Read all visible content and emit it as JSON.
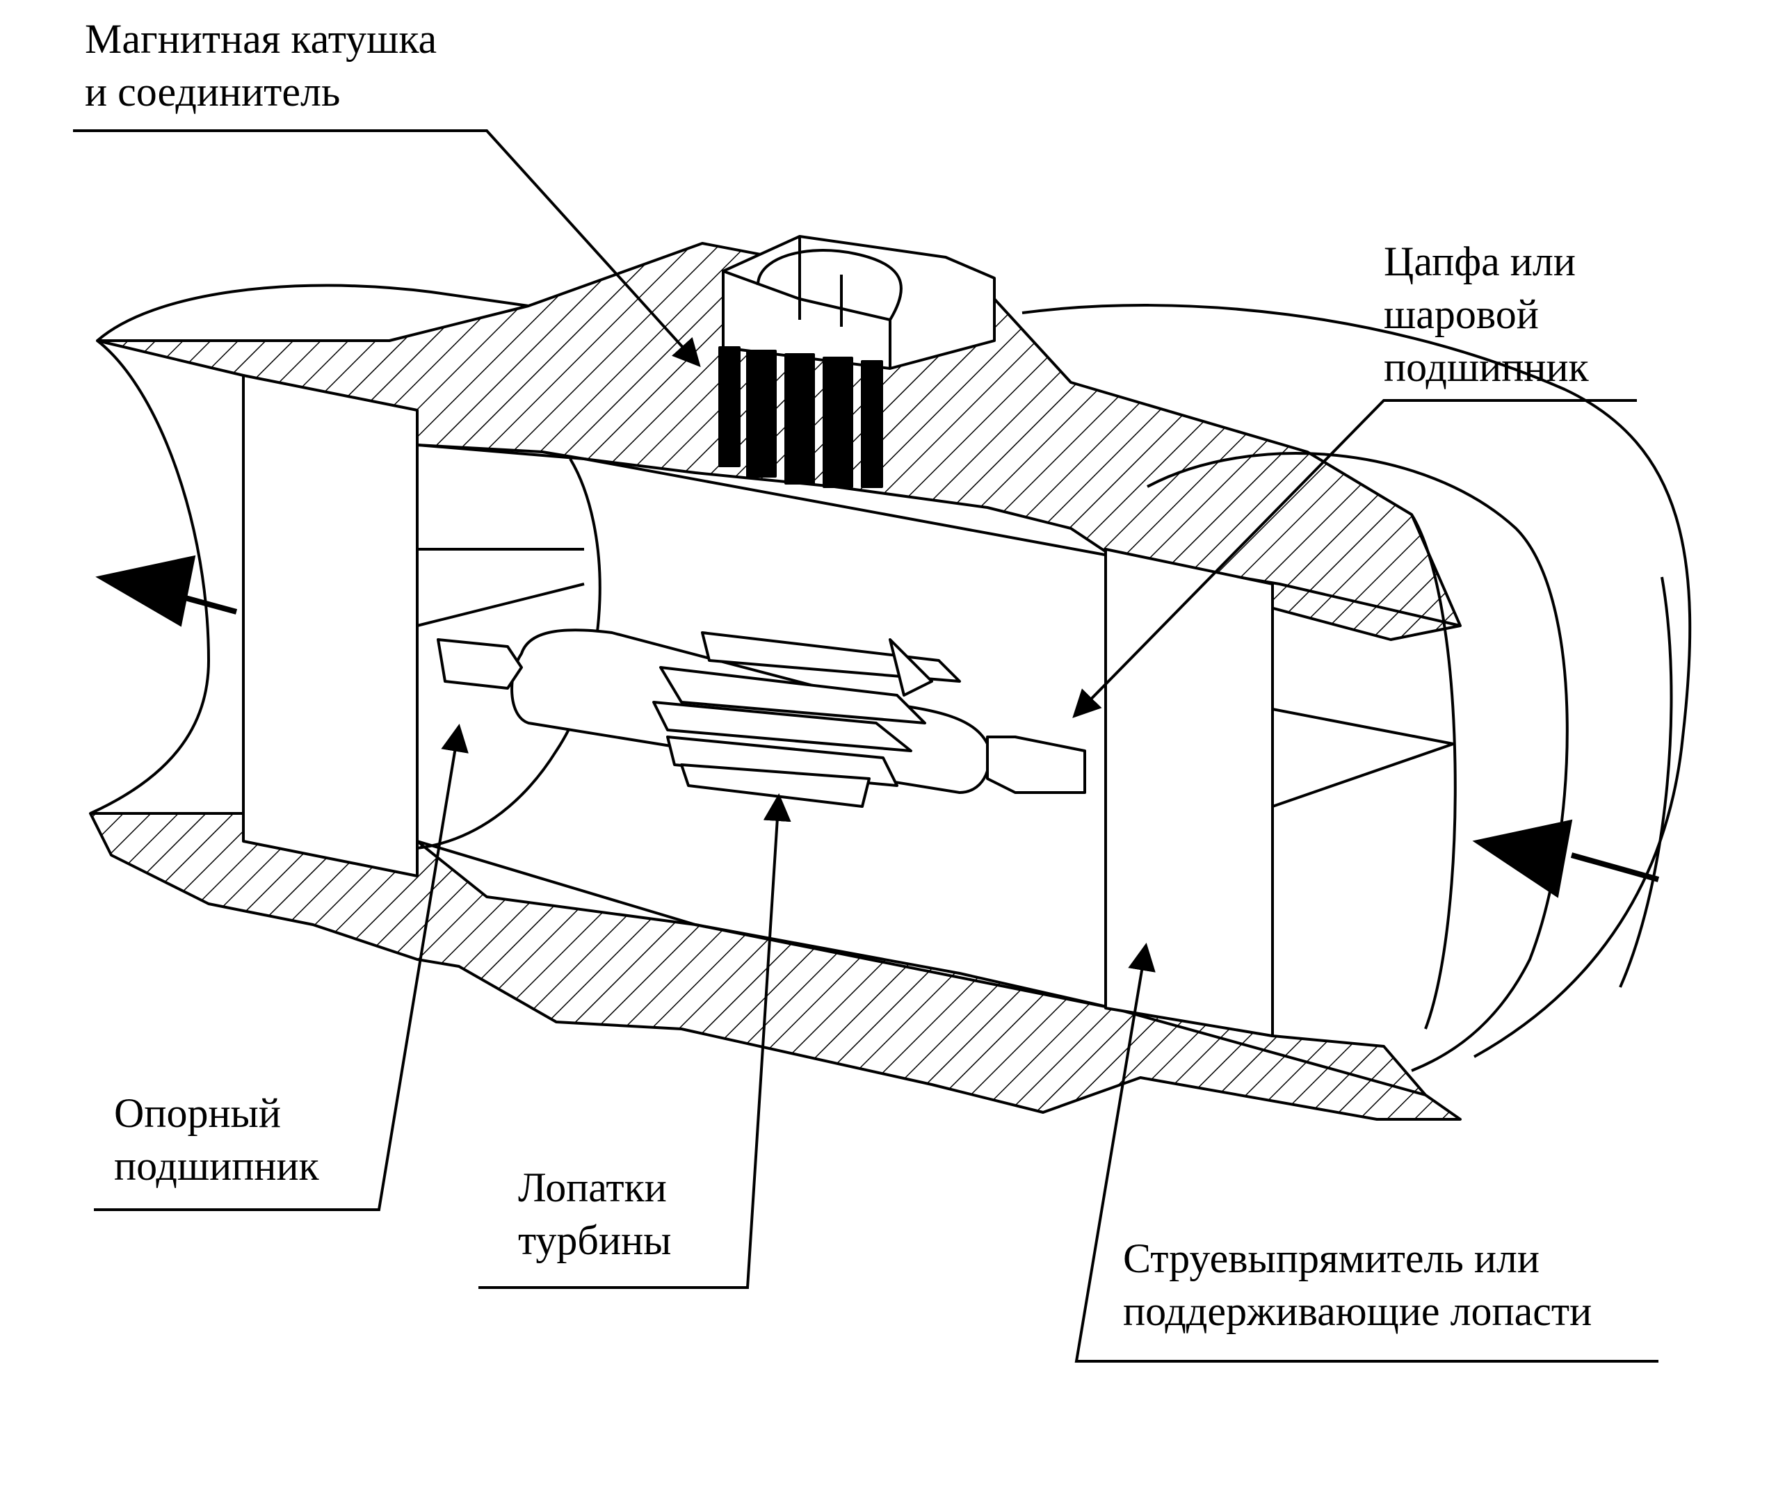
{
  "diagram": {
    "labels": {
      "coil": [
        "Магнитная катушка",
        "и соединитель"
      ],
      "pivot_bearing": [
        "Цапфа или",
        "шаровой",
        "подшипник"
      ],
      "support_bearing": [
        "Опорный",
        "подшипник"
      ],
      "turbine_blades": [
        "Лопатки",
        "турбины"
      ],
      "flow_straightener": [
        "Струевыпрямитель или",
        "поддерживающие лопасти"
      ]
    },
    "colors": {
      "ink": "#000000",
      "paper": "#ffffff"
    }
  }
}
